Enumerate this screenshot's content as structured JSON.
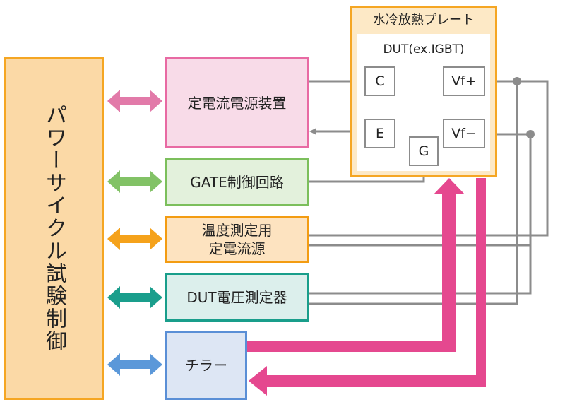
{
  "controller": {
    "label": "パワーサイクル試験制御"
  },
  "blocks": {
    "current_source": "定電流電源装置",
    "gate_circuit": "GATE制御回路",
    "temp_current_line1": "温度測定用",
    "temp_current_line2": "定電流源",
    "voltmeter": "DUT電圧測定器",
    "chiller": "チラー"
  },
  "plate": {
    "title": "水冷放熱プレート",
    "dut_label": "DUT(ex.IGBT)"
  },
  "pins": {
    "c": "C",
    "e": "E",
    "g": "G",
    "vf_plus": "Vf+",
    "vf_minus": "Vf−"
  },
  "colors": {
    "controller_fill": "#fbd9a6",
    "controller_border": "#f5a623",
    "pink_fill": "#f8dbe8",
    "pink_border": "#e86aa3",
    "pink_arrow": "#e27aa9",
    "green_fill": "#e3f1dc",
    "green_border": "#7cbf5c",
    "green_arrow": "#82c266",
    "orange_fill": "#fde3c0",
    "orange_border": "#f39c12",
    "orange_arrow": "#f5a21b",
    "teal_fill": "#dcefec",
    "teal_border": "#199e8b",
    "teal_arrow": "#1a9e8c",
    "blue_fill": "#dde6f4",
    "blue_border": "#5a8fd6",
    "blue_arrow": "#5b98d9",
    "plate_fill": "#fde9c6",
    "plate_border": "#f5a623",
    "wire": "#8c8c8c",
    "coolant": "#e5488f"
  }
}
